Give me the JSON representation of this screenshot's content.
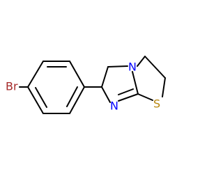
{
  "atoms": {
    "bromine": "Br",
    "nitrogen_bridge": "N",
    "nitrogen_imine": "N",
    "sulfur": "S"
  },
  "colors": {
    "bromine": "#a52a2a",
    "nitrogen": "#0000ff",
    "sulfur": "#b8860b",
    "bond": "#000000",
    "background": "#ffffff"
  }
}
